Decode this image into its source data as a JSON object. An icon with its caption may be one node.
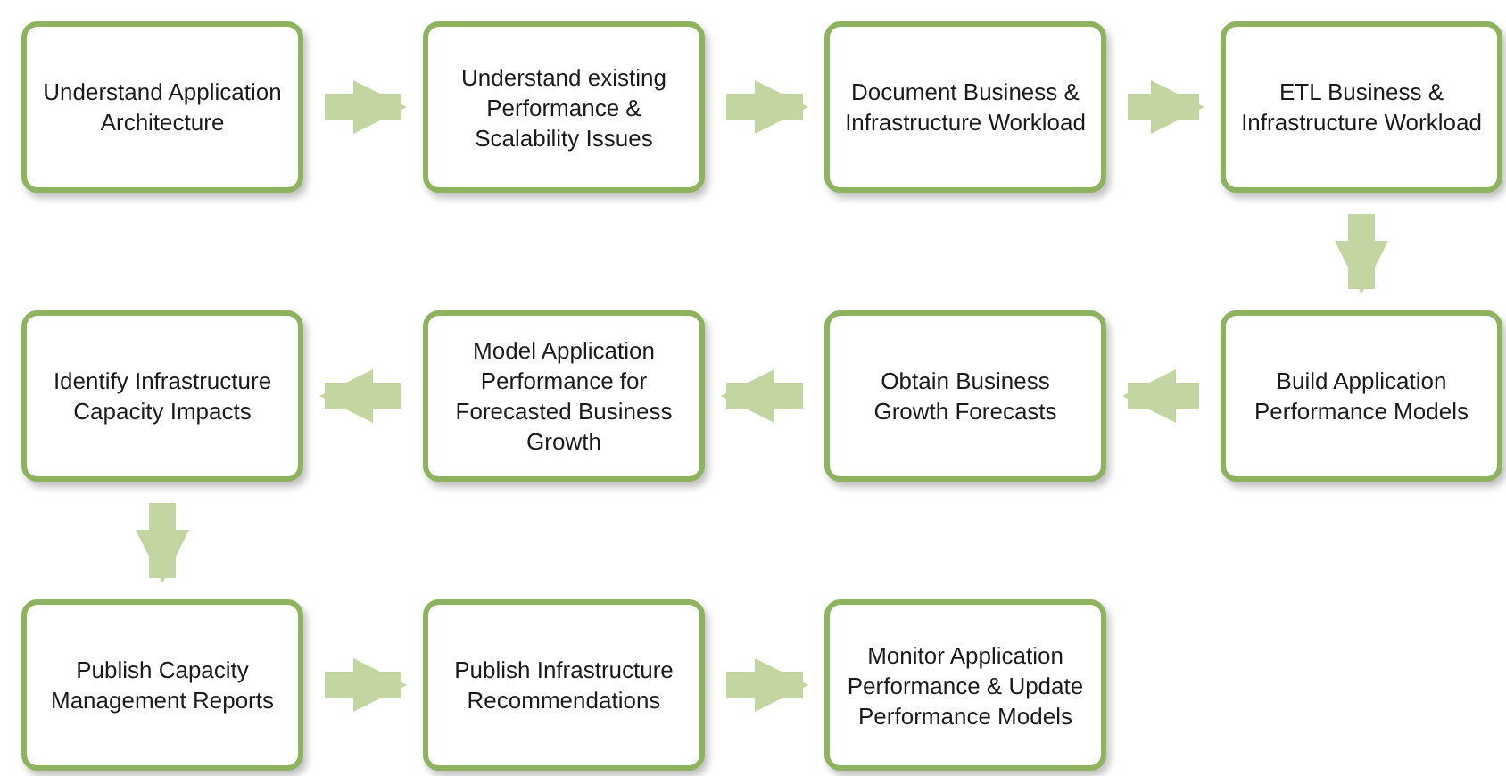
{
  "diagram": {
    "nodes": [
      {
        "text": [
          "Understand Application Architecture"
        ]
      },
      {
        "text": [
          "Understand existing Performance & Scalability Issues"
        ]
      },
      {
        "text": [
          "Document Business & Infrastructure Workload"
        ]
      },
      {
        "text": [
          "ETL Business & Infrastructure Workload"
        ]
      },
      {
        "text": [
          "Identify Infrastructure Capacity Impacts"
        ]
      },
      {
        "text": [
          "Model Application Performance for Forecasted Business Growth"
        ]
      },
      {
        "text": [
          "Obtain Business Growth Forecasts"
        ]
      },
      {
        "text": [
          "Build Application Performance Models"
        ]
      },
      {
        "text": [
          "Publish Capacity Management Reports"
        ]
      },
      {
        "text": [
          "Publish Infrastructure Recommendations"
        ]
      },
      {
        "text": [
          "Monitor Application Performance & Update Performance Models"
        ]
      }
    ],
    "edges": [
      {
        "from": 0,
        "to": 1,
        "arrow": "to"
      },
      {
        "from": 1,
        "to": 2,
        "arrow": "to"
      },
      {
        "from": 2,
        "to": 3,
        "arrow": "to"
      },
      {
        "from": 3,
        "to": 7,
        "arrow": "to"
      },
      {
        "from": 7,
        "to": 6,
        "arrow": "to"
      },
      {
        "from": 6,
        "to": 5,
        "arrow": "to"
      },
      {
        "from": 5,
        "to": 4,
        "arrow": "to"
      },
      {
        "from": 4,
        "to": 8,
        "arrow": "to"
      },
      {
        "from": 8,
        "to": 9,
        "arrow": "to"
      },
      {
        "from": 9,
        "to": 10,
        "arrow": "to"
      }
    ]
  }
}
